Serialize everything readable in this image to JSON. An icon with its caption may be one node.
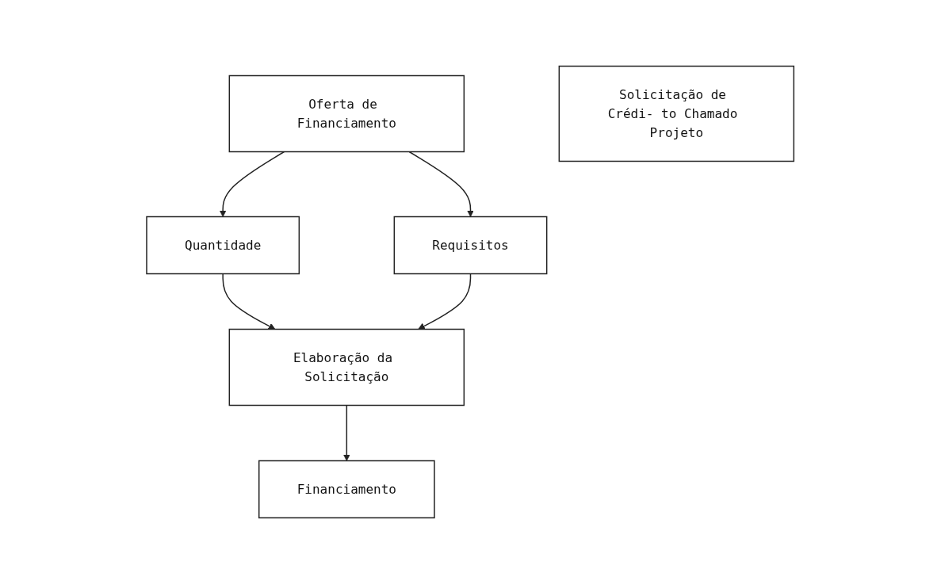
{
  "diagram": {
    "nodes": [
      {
        "text": [
          "Oferta de Financiamento"
        ]
      },
      {
        "text": [
          "Quantidade"
        ]
      },
      {
        "text": [
          "Requisitos"
        ]
      },
      {
        "text": [
          "Elaboração da Solicitação"
        ]
      },
      {
        "text": [
          "Financiamento"
        ]
      },
      {
        "text": [
          "Solicitação de Crédi- to Chamado Projeto"
        ]
      }
    ],
    "edges": [
      {
        "from": 0,
        "to": 1,
        "arrow": "to"
      },
      {
        "from": 0,
        "to": 2,
        "arrow": "to"
      },
      {
        "from": 1,
        "to": 3,
        "arrow": "to"
      },
      {
        "from": 2,
        "to": 3,
        "arrow": "to"
      },
      {
        "from": 3,
        "to": 4,
        "arrow": "to"
      }
    ]
  }
}
